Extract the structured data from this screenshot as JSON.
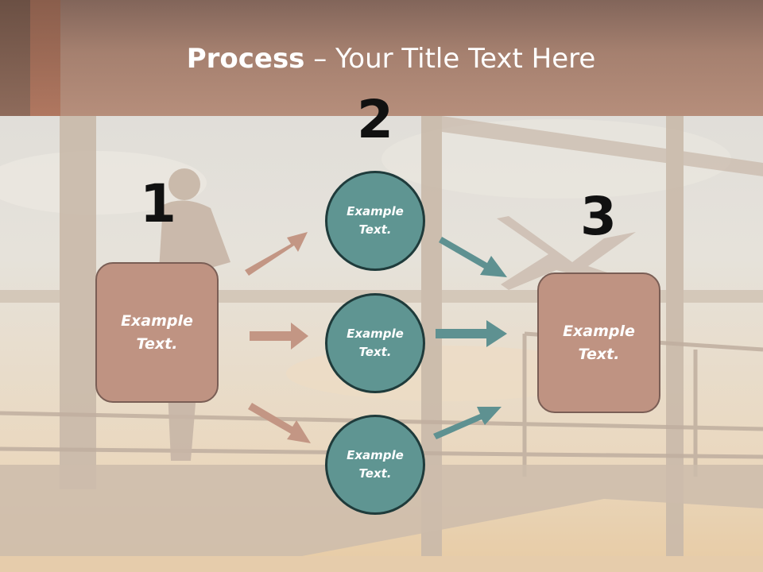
{
  "slide": {
    "title_bold": "Process",
    "title_rest": " – Your Title Text Here",
    "numbers": [
      "1",
      "2",
      "3"
    ],
    "left_box": "Example Text.",
    "right_box": "Example Text.",
    "circles": [
      "Example Text.",
      "Example Text.",
      "Example Text."
    ]
  },
  "colors": {
    "header": "#b68e7b",
    "box_fill": "#bf9382",
    "circle_fill": "#5f9592",
    "arrow_brown": "#c39684",
    "arrow_teal": "#5e9191"
  },
  "icons": [
    "arrow-icon"
  ]
}
